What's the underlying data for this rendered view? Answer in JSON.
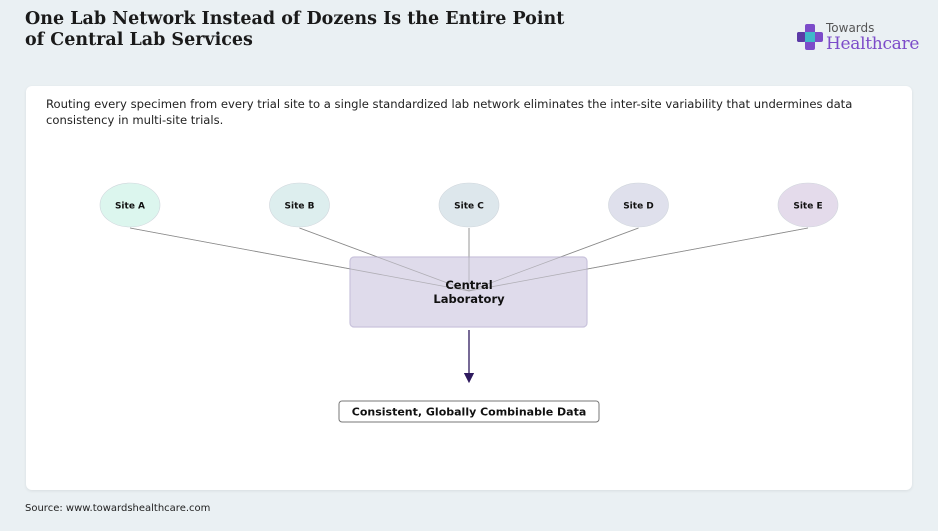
{
  "header": {
    "title": "One Lab Network Instead of Dozens Is the Entire Point of Central Lab Services",
    "logo_top": "Towards",
    "logo_bottom": "Healthcare"
  },
  "card": {
    "description": "Routing every specimen from every trial site to a single standardized lab network eliminates the inter-site variability that undermines data consistency in multi-site trials."
  },
  "diagram": {
    "sites": [
      {
        "label": "Site A",
        "color": "#dcf6ee"
      },
      {
        "label": "Site B",
        "color": "#ddeeee"
      },
      {
        "label": "Site C",
        "color": "#dde7ec"
      },
      {
        "label": "Site D",
        "color": "#dfe0ec"
      },
      {
        "label": "Site E",
        "color": "#e4dbeb"
      }
    ],
    "hub_line1": "Central",
    "hub_line2": "Laboratory",
    "hub_color": "#dfdbeb",
    "output_label": "Consistent, Globally Combinable Data",
    "arrow_color": "#2e1a5e"
  },
  "footer": {
    "source": "Source: www.towardshealthcare.com"
  }
}
